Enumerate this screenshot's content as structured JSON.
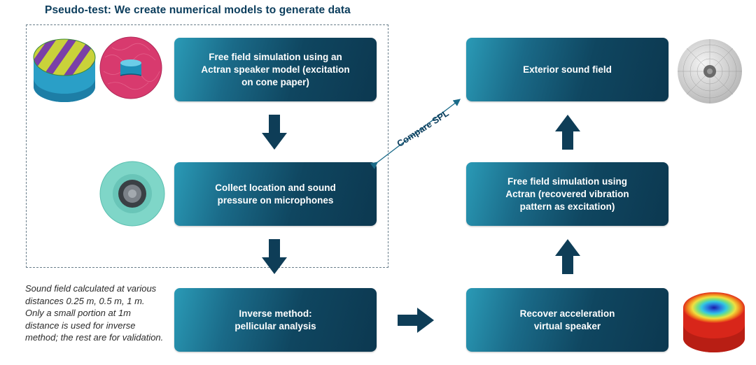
{
  "title": "Pseudo-test: We create numerical models to generate data",
  "boxes": {
    "free_field": "Free field simulation using an Actran speaker model (excitation on cone paper)",
    "collect": "Collect location and sound pressure on microphones",
    "inverse": "Inverse method: pellicular analysis",
    "recover": "Recover acceleration virtual speaker",
    "free_field_recovered": "Free field simulation using Actran (recovered vibration pattern as excitation)",
    "exterior": "Exterior sound field"
  },
  "compare_label": "Compare SPL",
  "note": "Sound field calculated at various distances 0.25 m, 0.5 m, 1 m. Only a small portion at 1m distance is used for inverse method; the rest are for validation.",
  "colors": {
    "box_dark": "#0c3850",
    "box_light": "#2a9ab6",
    "arrow": "#0e3d57",
    "title": "#0b3d5c"
  },
  "icons": {
    "speaker_model": "speaker-mesh-model-icon",
    "cone_paper": "cone-paper-mesh-icon",
    "microphones": "microphone-sphere-icon",
    "exterior_mesh": "exterior-mesh-sphere-icon",
    "vibration": "vibration-pattern-icon"
  }
}
